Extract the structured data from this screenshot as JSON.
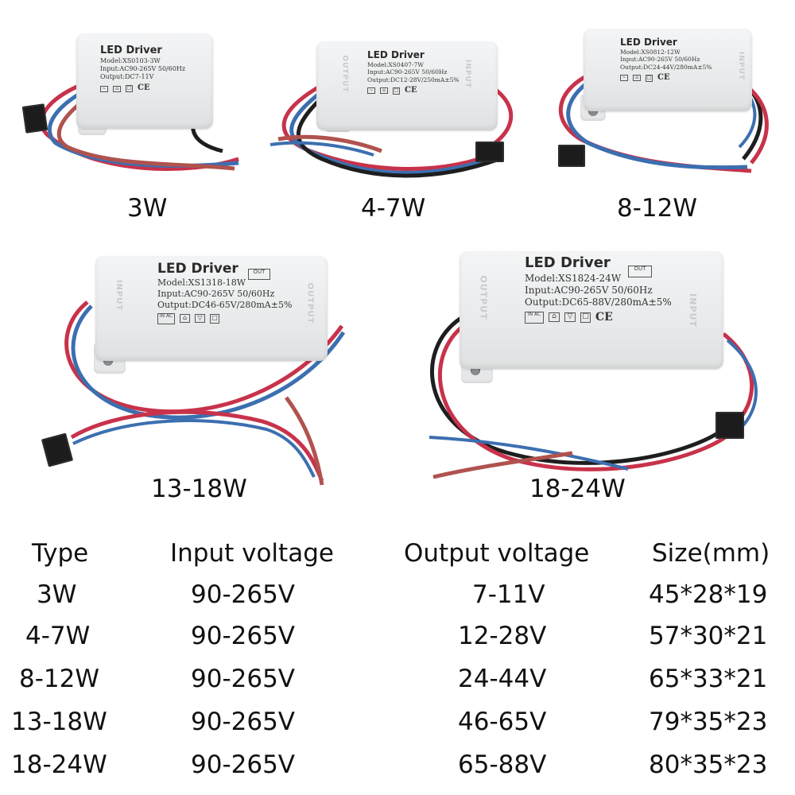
{
  "products": [
    {
      "caption": "3W",
      "brand": "LED Driver",
      "model": "Model:XS0103-3W",
      "input": "Input:AC90-265V  50/60Hz",
      "output": "Output:DC7-11V",
      "ce": "CE"
    },
    {
      "caption": "4-7W",
      "brand": "LED Driver",
      "model": "Model:XS0407-7W",
      "input": "Input:AC90-265V  50/60Hz",
      "output": "Output:DC12-28V/250mA±5%",
      "ce": "CE",
      "side_left": "OUTPUT",
      "side_right": "INPUT"
    },
    {
      "caption": "8-12W",
      "brand": "LED Driver",
      "model": "Model:XS0812-12W",
      "input": "Input:AC90-265V  50/60Hz",
      "output": "Output:DC24-44V/280mA±5%",
      "ce": "CE",
      "side_right": "INPUT"
    },
    {
      "caption": "13-18W",
      "brand": "LED Driver",
      "model": "Model:XS1318-18W",
      "input": "Input:AC90-265V  50/60Hz",
      "output": "Output:DC46-65V/280mA±5%",
      "out_mark": "OUT",
      "inac_mark": "IN AC",
      "side_left": "INPUT",
      "side_right": "OUTPUT"
    },
    {
      "caption": "18-24W",
      "brand": "LED Driver",
      "model": "Model:XS1824-24W",
      "input": "Input:AC90-265V  50/60Hz",
      "output": "Output:DC65-88V/280mA±5%",
      "ce": "CE",
      "out_mark": "OUT",
      "inac_mark": "IN AC",
      "side_left": "OUTPUT",
      "side_right": "INPUT"
    }
  ],
  "table": {
    "headers": [
      "Type",
      "Input voltage",
      "Output voltage",
      "Size(mm)"
    ],
    "rows": [
      [
        "3W",
        "90-265V",
        "7-11V",
        "45*28*19"
      ],
      [
        "4-7W",
        "90-265V",
        "12-28V",
        "57*30*21"
      ],
      [
        "8-12W",
        "90-265V",
        "24-44V",
        "65*33*21"
      ],
      [
        "13-18W",
        "90-265V",
        "46-65V",
        "79*35*23"
      ],
      [
        "18-24W",
        "90-265V",
        "65-88V",
        "80*35*23"
      ]
    ]
  },
  "colors": {
    "wire_red": "#c8324a",
    "wire_blue": "#3c6fb0",
    "wire_black": "#1e1e1e",
    "wire_brown": "#b0524e"
  },
  "icons": [
    "led-driver-box-icon",
    "connector-plug-icon",
    "ce-mark-icon",
    "fuse-mark-icon",
    "house-mark-icon",
    "double-square-mark-icon"
  ]
}
